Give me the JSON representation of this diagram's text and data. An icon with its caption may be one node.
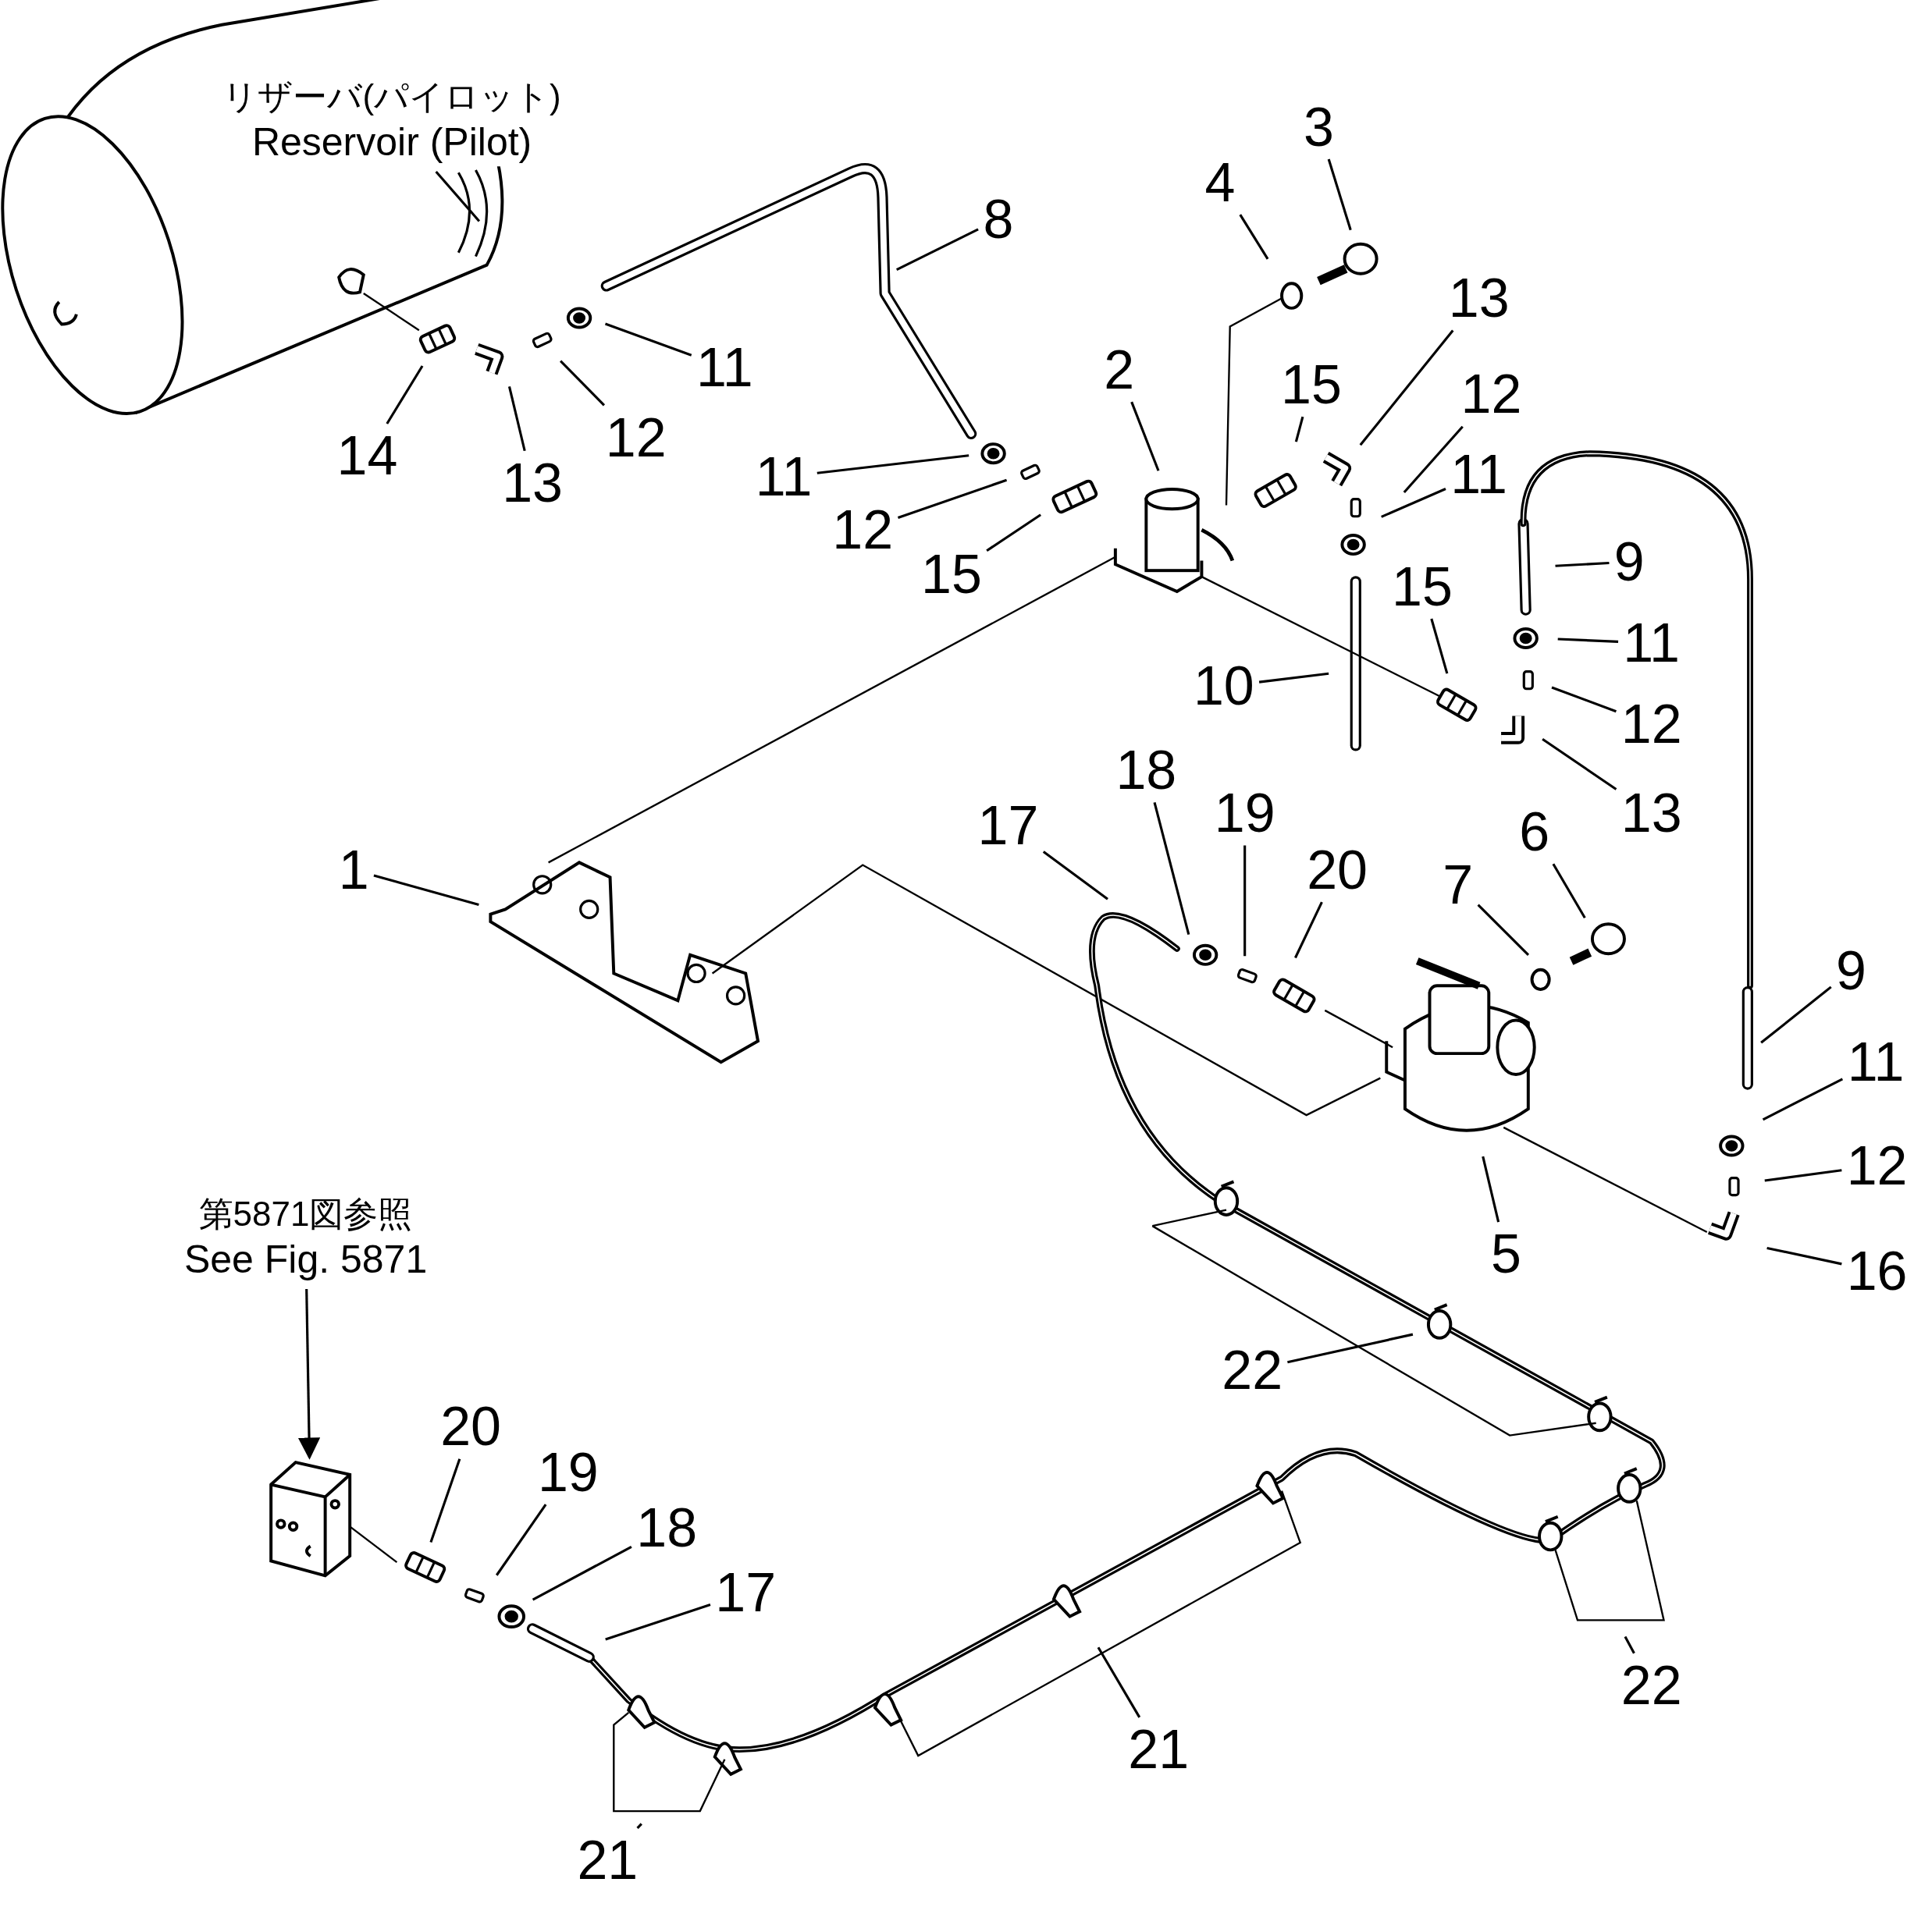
{
  "diagram": {
    "nodes": [
      {
        "text": [
          "リザーバ(パイロット)",
          "Reservoir (Pilot)"
        ]
      },
      {
        "text": [
          "3"
        ]
      },
      {
        "text": [
          "4"
        ]
      },
      {
        "text": [
          "8"
        ]
      },
      {
        "text": [
          "11"
        ]
      },
      {
        "text": [
          "14"
        ]
      },
      {
        "text": [
          "13"
        ]
      },
      {
        "text": [
          "12"
        ]
      },
      {
        "text": [
          "2"
        ]
      },
      {
        "text": [
          "15"
        ]
      },
      {
        "text": [
          "13"
        ]
      },
      {
        "text": [
          "12"
        ]
      },
      {
        "text": [
          "11"
        ]
      },
      {
        "text": [
          "11"
        ]
      },
      {
        "text": [
          "12"
        ]
      },
      {
        "text": [
          "15"
        ]
      },
      {
        "text": [
          "9"
        ]
      },
      {
        "text": [
          "11"
        ]
      },
      {
        "text": [
          "15"
        ]
      },
      {
        "text": [
          "10"
        ]
      },
      {
        "text": [
          "12"
        ]
      },
      {
        "text": [
          "13"
        ]
      },
      {
        "text": [
          "18"
        ]
      },
      {
        "text": [
          "19"
        ]
      },
      {
        "text": [
          "20"
        ]
      },
      {
        "text": [
          "17"
        ]
      },
      {
        "text": [
          "1"
        ]
      },
      {
        "text": [
          "6"
        ]
      },
      {
        "text": [
          "7"
        ]
      },
      {
        "text": [
          "9"
        ]
      },
      {
        "text": [
          "11"
        ]
      },
      {
        "text": [
          "12"
        ]
      },
      {
        "text": [
          "5"
        ]
      },
      {
        "text": [
          "16"
        ]
      },
      {
        "text": [
          "22"
        ]
      },
      {
        "text": [
          "第5871図参照",
          "See Fig. 5871"
        ]
      },
      {
        "text": [],
        "shape": "box"
      },
      {
        "text": [
          "20"
        ]
      },
      {
        "text": [
          "19"
        ]
      },
      {
        "text": [
          "18"
        ]
      },
      {
        "text": [
          "17"
        ]
      },
      {
        "text": [
          "21"
        ]
      },
      {
        "text": [
          "22"
        ]
      },
      {
        "text": [
          "21"
        ]
      }
    ],
    "edges": [
      {
        "from": 0,
        "to": null,
        "arrow": "none"
      },
      {
        "from": 1,
        "to": null,
        "arrow": "none"
      },
      {
        "from": 2,
        "to": null,
        "arrow": "none"
      },
      {
        "from": 3,
        "to": null,
        "arrow": "none"
      },
      {
        "from": 4,
        "to": null,
        "arrow": "none"
      },
      {
        "from": 5,
        "to": null,
        "arrow": "none"
      },
      {
        "from": 6,
        "to": null,
        "arrow": "none"
      },
      {
        "from": 7,
        "to": null,
        "arrow": "none"
      },
      {
        "from": 8,
        "to": null,
        "arrow": "none"
      },
      {
        "from": 9,
        "to": null,
        "arrow": "none"
      },
      {
        "from": 10,
        "to": null,
        "arrow": "none"
      },
      {
        "from": 11,
        "to": null,
        "arrow": "none"
      },
      {
        "from": 12,
        "to": null,
        "arrow": "none"
      },
      {
        "from": 13,
        "to": null,
        "arrow": "none"
      },
      {
        "from": 14,
        "to": null,
        "arrow": "none"
      },
      {
        "from": 15,
        "to": null,
        "arrow": "none"
      },
      {
        "from": 16,
        "to": null,
        "arrow": "none"
      },
      {
        "from": 17,
        "to": null,
        "arrow": "none"
      },
      {
        "from": 18,
        "to": null,
        "arrow": "none"
      },
      {
        "from": 19,
        "to": null,
        "arrow": "none"
      },
      {
        "from": 20,
        "to": null,
        "arrow": "none"
      },
      {
        "from": 21,
        "to": null,
        "arrow": "none"
      },
      {
        "from": 22,
        "to": null,
        "arrow": "none"
      },
      {
        "from": 23,
        "to": null,
        "arrow": "none"
      },
      {
        "from": 24,
        "to": null,
        "arrow": "none"
      },
      {
        "from": 25,
        "to": null,
        "arrow": "none"
      },
      {
        "from": 26,
        "to": null,
        "arrow": "none"
      },
      {
        "from": 27,
        "to": null,
        "arrow": "none"
      },
      {
        "from": 28,
        "to": null,
        "arrow": "none"
      },
      {
        "from": 29,
        "to": null,
        "arrow": "none"
      },
      {
        "from": 30,
        "to": null,
        "arrow": "none"
      },
      {
        "from": 31,
        "to": null,
        "arrow": "none"
      },
      {
        "from": 32,
        "to": null,
        "arrow": "none"
      },
      {
        "from": 33,
        "to": null,
        "arrow": "none"
      },
      {
        "from": 34,
        "to": null,
        "arrow": "none"
      },
      {
        "from": 35,
        "to": 36,
        "arrow": "to"
      },
      {
        "from": 37,
        "to": null,
        "arrow": "none"
      },
      {
        "from": 38,
        "to": null,
        "arrow": "none"
      },
      {
        "from": 39,
        "to": null,
        "arrow": "none"
      },
      {
        "from": 40,
        "to": null,
        "arrow": "none"
      },
      {
        "from": 41,
        "to": null,
        "arrow": "none"
      },
      {
        "from": 42,
        "to": null,
        "arrow": "none"
      },
      {
        "from": 43,
        "to": null,
        "arrow": "none"
      }
    ]
  }
}
